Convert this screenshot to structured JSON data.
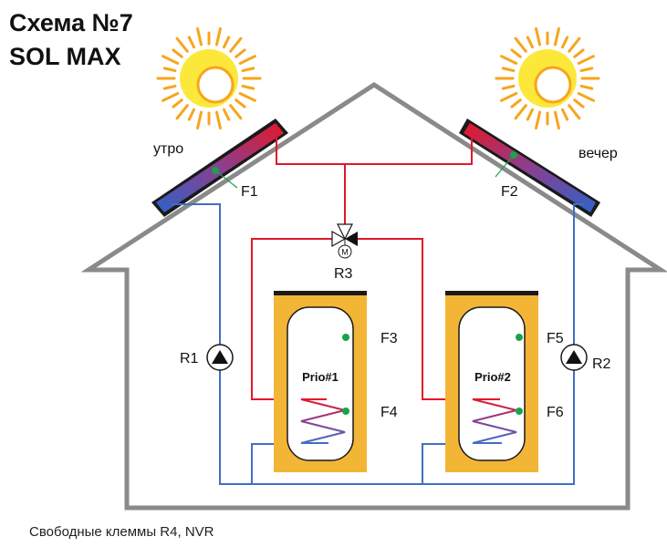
{
  "header": {
    "title_line1": "Схема №7",
    "title_line2": "SOL MAX"
  },
  "labels": {
    "morning": "утро",
    "evening": "вечер",
    "f1": "F1",
    "f2": "F2",
    "f3": "F3",
    "f4": "F4",
    "f5": "F5",
    "f6": "F6",
    "r1": "R1",
    "r2": "R2",
    "r3": "R3",
    "motor": "M",
    "tank1": "Prio#1",
    "tank2": "Prio#2"
  },
  "footer": {
    "text": "Свободные клеммы R4, NVR"
  },
  "colors": {
    "house_outline": "#8a8a8a",
    "hot_pipe": "#e0182b",
    "cold_pipe": "#3f6fc4",
    "tank_fill": "#f3b535",
    "sun_core": "#fbe83a",
    "sun_rays": "#f7a51c",
    "sensor": "#1aa34a"
  }
}
